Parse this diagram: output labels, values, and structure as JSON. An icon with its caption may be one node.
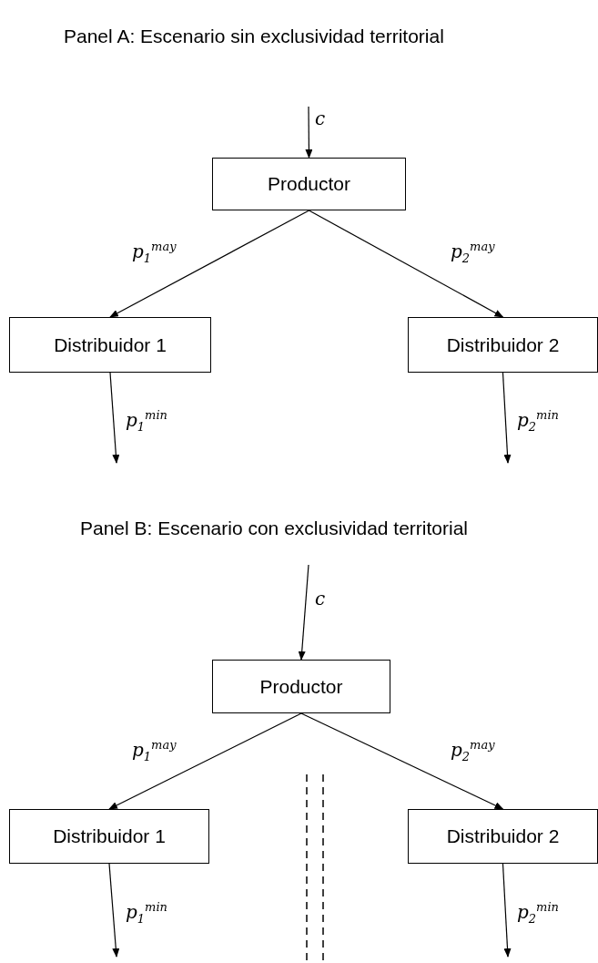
{
  "diagram": {
    "nodes": [
      {
        "text": [
          "Productor"
        ]
      },
      {
        "text": [
          "Distribuidor 1"
        ]
      },
      {
        "text": [
          "Distribuidor 2"
        ]
      },
      {
        "text": [
          "Productor"
        ]
      },
      {
        "text": [
          "Distribuidor 1"
        ]
      },
      {
        "text": [
          "Distribuidor 2"
        ]
      }
    ],
    "edges": [
      {
        "from": null,
        "to": 0,
        "arrow": "to",
        "label": "c"
      },
      {
        "from": 0,
        "to": 1,
        "arrow": "to",
        "label": "p$_{1}$$^{may}$"
      },
      {
        "from": 0,
        "to": 2,
        "arrow": "to",
        "label": "p$_{2}$$^{may}$"
      },
      {
        "from": 1,
        "to": null,
        "arrow": "to",
        "label": "p$_{1}$$^{min}$"
      },
      {
        "from": 2,
        "to": null,
        "arrow": "to",
        "label": "p$_{2}$$^{min}$"
      },
      {
        "from": null,
        "to": 3,
        "arrow": "to",
        "label": "c"
      },
      {
        "from": 3,
        "to": 4,
        "arrow": "to",
        "label": "p$_{1}$$^{may}$"
      },
      {
        "from": 3,
        "to": 5,
        "arrow": "to",
        "label": "p$_{2}$$^{may}$"
      },
      {
        "from": 4,
        "to": null,
        "arrow": "to",
        "label": "p$_{1}$$^{min}$"
      },
      {
        "from": 5,
        "to": null,
        "arrow": "to",
        "label": "p$_{2}$$^{min}$"
      }
    ],
    "labels": [
      "Panel A: Escenario sin exclusividad territorial",
      "Panel B: Escenario con exclusividad territorial"
    ]
  }
}
